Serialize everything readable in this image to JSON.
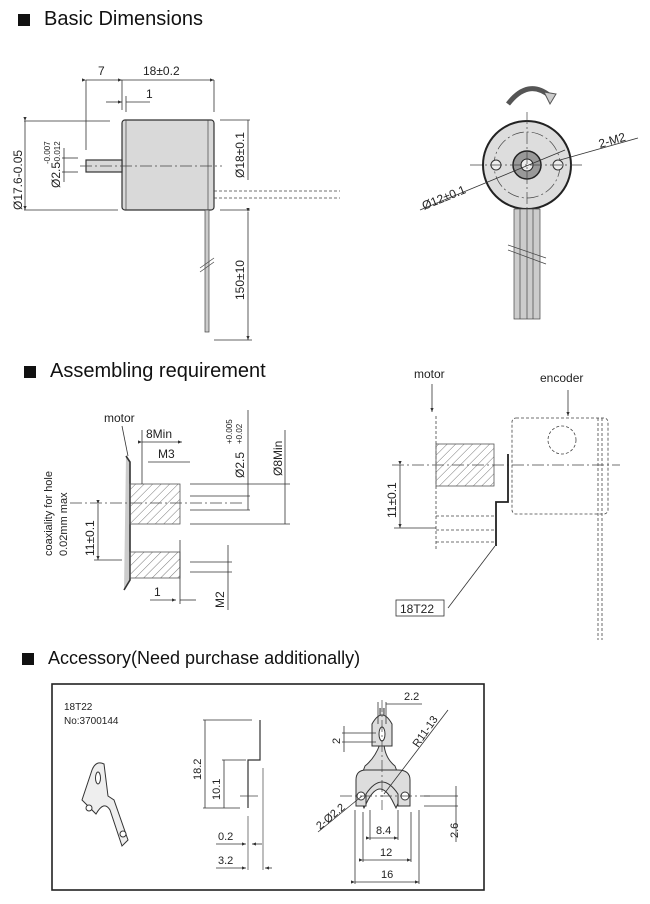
{
  "sections": {
    "basic": {
      "title": "Basic Dimensions"
    },
    "assembling": {
      "title": "Assembling requirement"
    },
    "accessory": {
      "title": "Accessory(Need purchase additionally)"
    }
  },
  "basic_dimensions": {
    "shaft_length": "7",
    "body_length": "18±0.2",
    "flange_offset": "1",
    "body_dia_left": "Ø17.6-0.05",
    "shaft_dia": "Ø2.5",
    "shaft_tol_upper": "-0.007",
    "shaft_tol_lower": "-0.012",
    "body_dia_right": "Ø18±0.1",
    "lead_length": "150±10",
    "hole_circle": "Ø12±0.1",
    "mount_holes": "2-M2"
  },
  "assembling": {
    "motor_label_left": "motor",
    "depth": "8Min",
    "thread": "M3",
    "coaxiality": "coaxiality for hole",
    "coaxiality_value": "0.02mm max",
    "offset": "11±0.1",
    "bore_dia": "Ø2.5",
    "bore_tol_upper": "+0.005",
    "bore_tol_lower": "+0.02",
    "min_dia": "Ø8Min",
    "gap": "1",
    "screw": "M2",
    "motor_label_right": "motor",
    "encoder_label": "encoder",
    "offset_right": "11±0.1",
    "bracket_tag": "18T22"
  },
  "accessory": {
    "model": "18T22",
    "part_no": "No:3700144",
    "height_total": "18.2",
    "height_step": "10.1",
    "thickness": "0.2",
    "depth": "3.2",
    "tab_width": "2.2",
    "slot": "2",
    "radius": "R11-13",
    "holes": "2-Ø2.2",
    "inner_span": "8.4",
    "hole_span": "12",
    "outer_span": "16",
    "hole_offset": "2.6"
  }
}
